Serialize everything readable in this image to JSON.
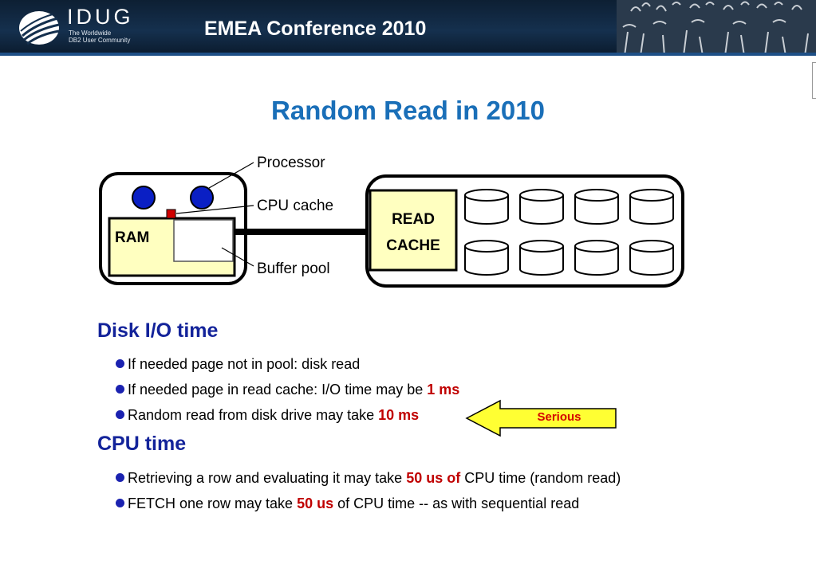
{
  "header": {
    "logo_name": "IDUG",
    "logo_tagline_line1": "The Worldwide",
    "logo_tagline_line2": "DB2 User Community",
    "conference": "EMEA Conference 2010"
  },
  "slide": {
    "title": "Random Read in 2010"
  },
  "diagram": {
    "labels": {
      "processor": "Processor",
      "cpu_cache": "CPU cache",
      "buffer_pool": "Buffer pool",
      "ram": "RAM",
      "read_cache_line1": "READ",
      "read_cache_line2": "CACHE"
    },
    "disk_count": 8
  },
  "sections": {
    "disk_io": {
      "heading": "Disk I/O time",
      "bullet1": "If needed page not in pool: disk read",
      "bullet2_text": "If needed page in read cache: I/O time may be ",
      "bullet2_value": "1 ms",
      "bullet3_text": "Random read from disk drive may take ",
      "bullet3_value": "10 ms",
      "callout": "Serious"
    },
    "cpu": {
      "heading": "CPU time",
      "bullet1_text": "Retrieving a row and evaluating it may take ",
      "bullet1_value": "50 us of",
      "bullet1_tail": " CPU time (random read)",
      "bullet2_text": "FETCH one row may take ",
      "bullet2_value": "50 us",
      "bullet2_tail": " of CPU time -- as with sequential read"
    }
  },
  "colors": {
    "title_blue": "#1a6fb8",
    "heading_navy": "#13239a",
    "highlight_red": "#c00000",
    "cache_yellow": "#ffffc0",
    "processor_blue": "#0a1fc4",
    "callout_yellow": "#ffff33"
  },
  "icons": [
    "idug-logo-icon",
    "crowd-silhouette-icon",
    "processor-icon",
    "disk-icon",
    "arrow-left-icon",
    "bullet-dot-icon"
  ]
}
